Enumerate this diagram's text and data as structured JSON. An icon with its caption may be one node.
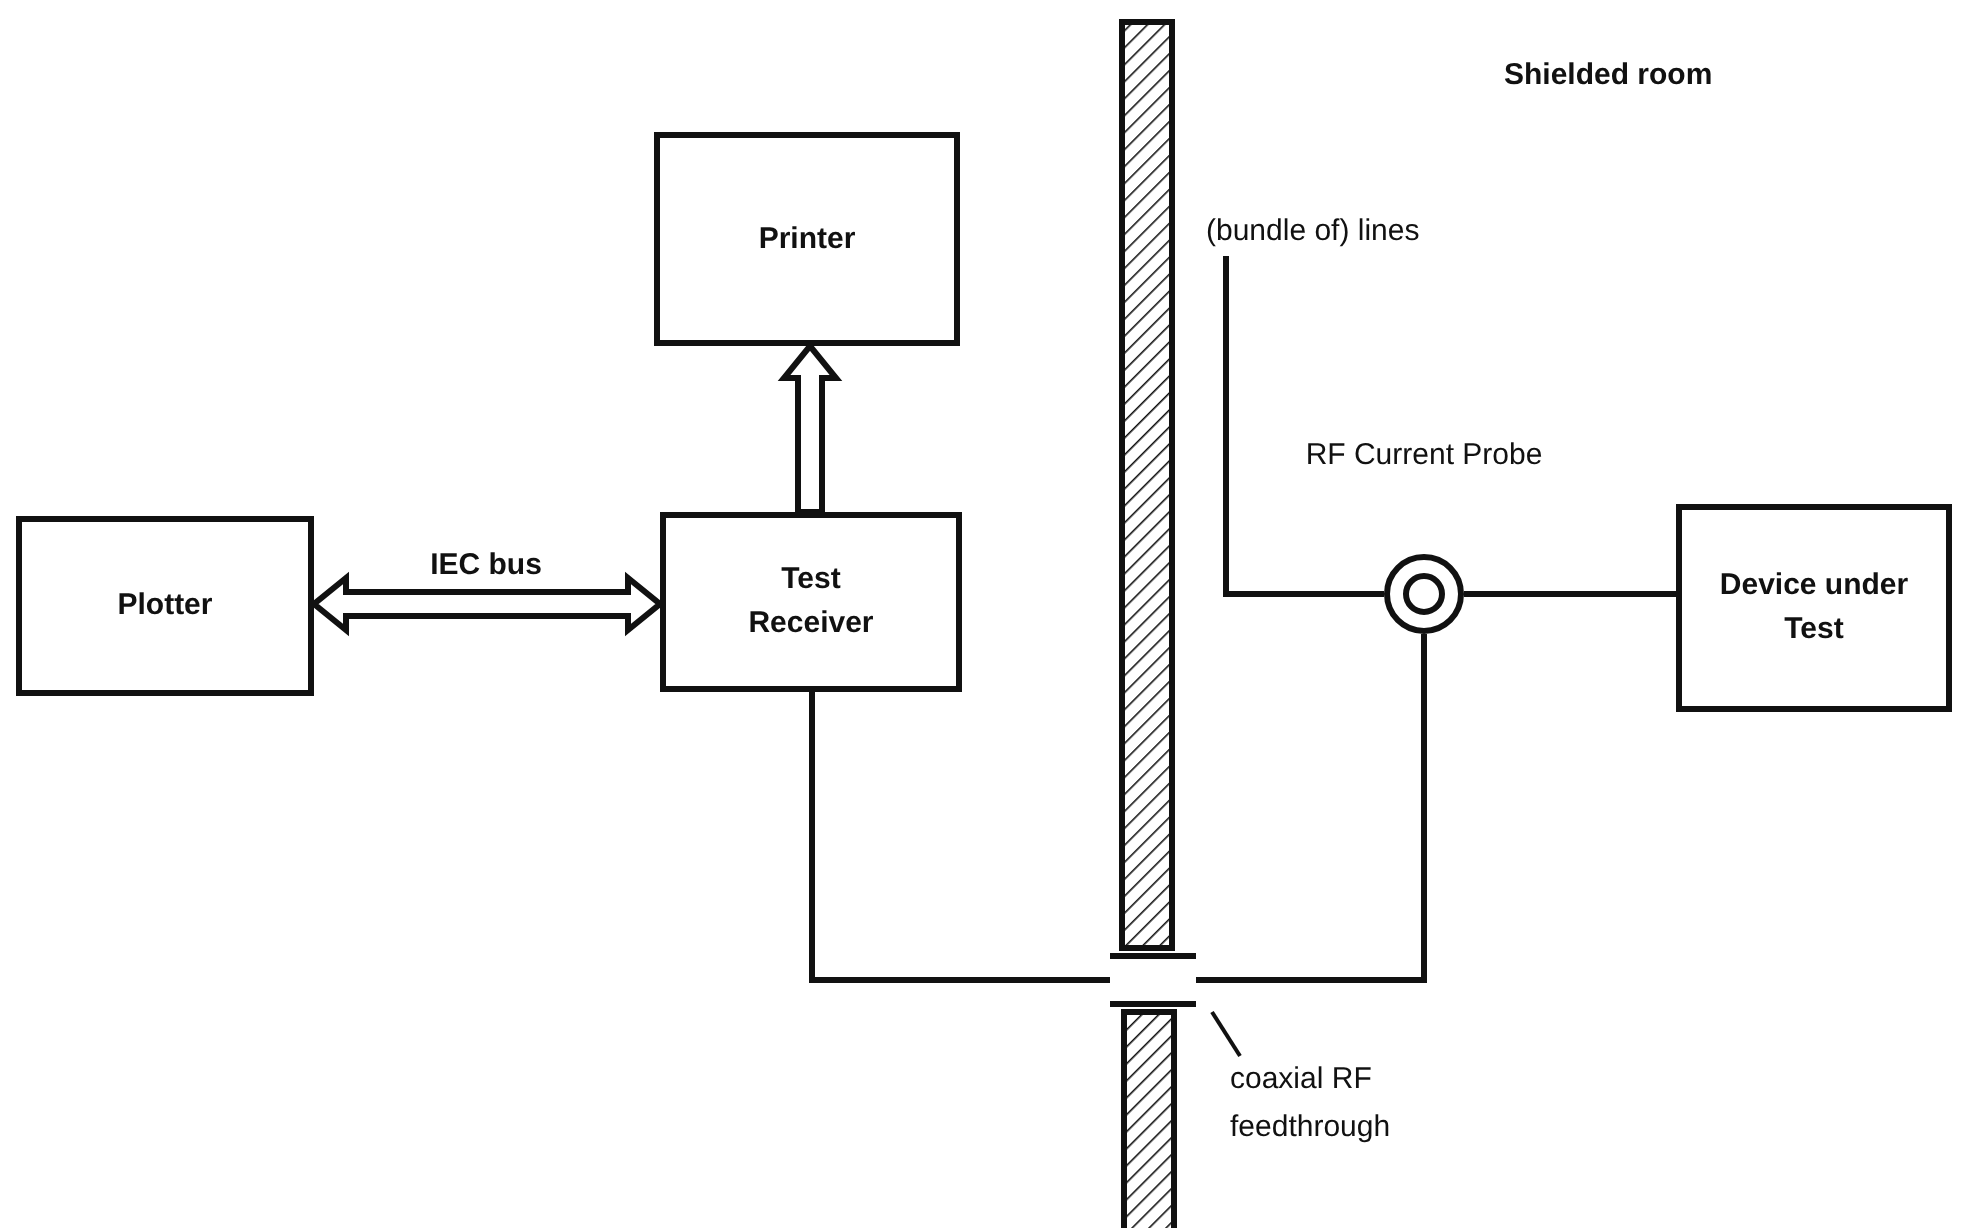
{
  "diagram": {
    "nodes": [
      {
        "text": [
          "Printer"
        ]
      },
      {
        "text": [
          "Plotter"
        ]
      },
      {
        "text": [
          "Test Receiver"
        ]
      },
      {
        "text": [
          "(bundle of) lines"
        ]
      },
      {
        "text": [],
        "shape": "circle",
        "beside": [
          "RF Current Probe"
        ]
      },
      {
        "text": [
          "Device under Test"
        ]
      },
      {
        "text": [],
        "shape": "bar"
      },
      {
        "text": [
          "coaxial RF feedthrough"
        ]
      }
    ],
    "edges": [
      {
        "from": 2,
        "to": 0,
        "arrow": "to",
        "style": "thick"
      },
      {
        "from": 1,
        "to": 2,
        "arrow": "both",
        "style": "thick",
        "label": "IEC bus"
      },
      {
        "from": 3,
        "to": 4,
        "arrow": "none"
      },
      {
        "from": 4,
        "to": 5,
        "arrow": "none"
      },
      {
        "from": 2,
        "to": 6,
        "arrow": "none"
      },
      {
        "from": 6,
        "to": 4,
        "arrow": "none"
      },
      {
        "from": 7,
        "to": 6,
        "arrow": "none"
      }
    ],
    "labels": [
      "Shielded room"
    ]
  }
}
